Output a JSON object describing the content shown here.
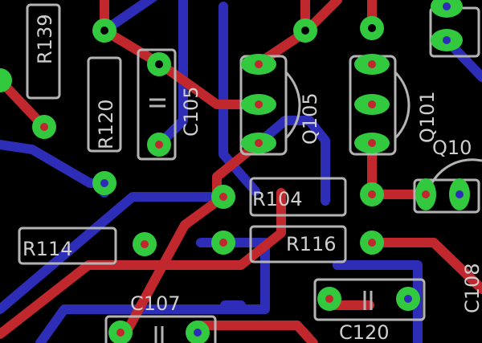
{
  "colors": {
    "background": "#000000",
    "top_trace": "#c0282d",
    "bottom_trace": "#2d2db8",
    "pad_ring": "#33c93f",
    "silkscreen": "#b4b4b4",
    "label": "#cfcfcf"
  },
  "labels": {
    "r139": "R139",
    "r120": "R120",
    "c105": "C105",
    "q105": "Q105",
    "q101": "Q101",
    "q10x": "Q10",
    "r104": "R104",
    "r114": "R114",
    "r116": "R116",
    "c107": "C107",
    "c120": "C120",
    "c108": "C108"
  }
}
